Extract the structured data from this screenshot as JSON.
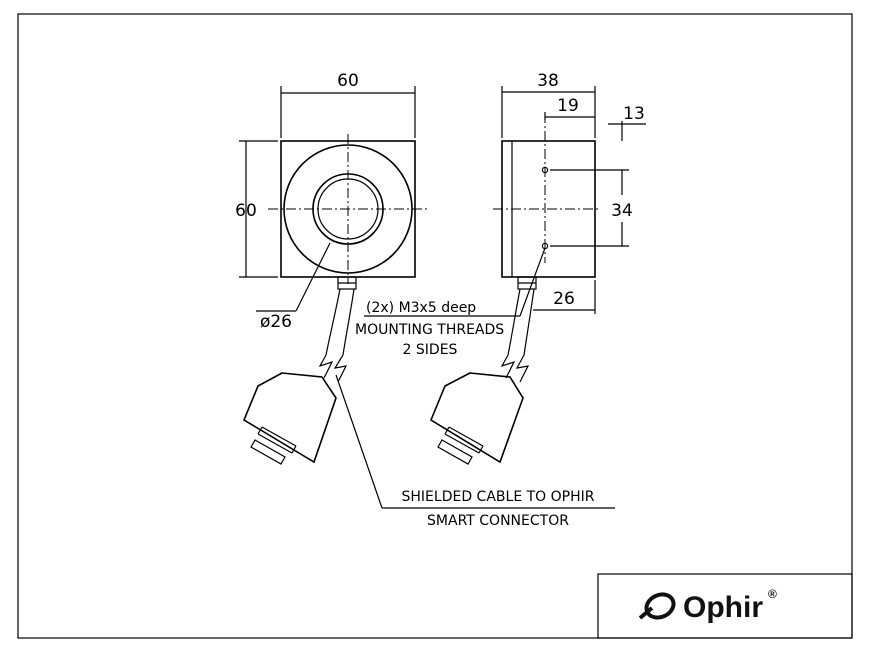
{
  "front_view": {
    "width_dim": "60",
    "height_dim": "60",
    "aperture_dim": "ø26"
  },
  "side_view": {
    "depth_dim": "38",
    "hole_offset_dim": "19",
    "edge_dim": "13",
    "hole_spacing_dim": "34",
    "cable_offset_dim": "26"
  },
  "notes": {
    "threads_line1": "(2x) M3x5 deep",
    "threads_line2": "MOUNTING THREADS",
    "threads_line3": "2 SIDES",
    "cable_line1": "SHIELDED CABLE TO OPHIR",
    "cable_line2": "SMART CONNECTOR"
  },
  "logo": {
    "brand": "Ophir",
    "registered_mark": "®"
  }
}
